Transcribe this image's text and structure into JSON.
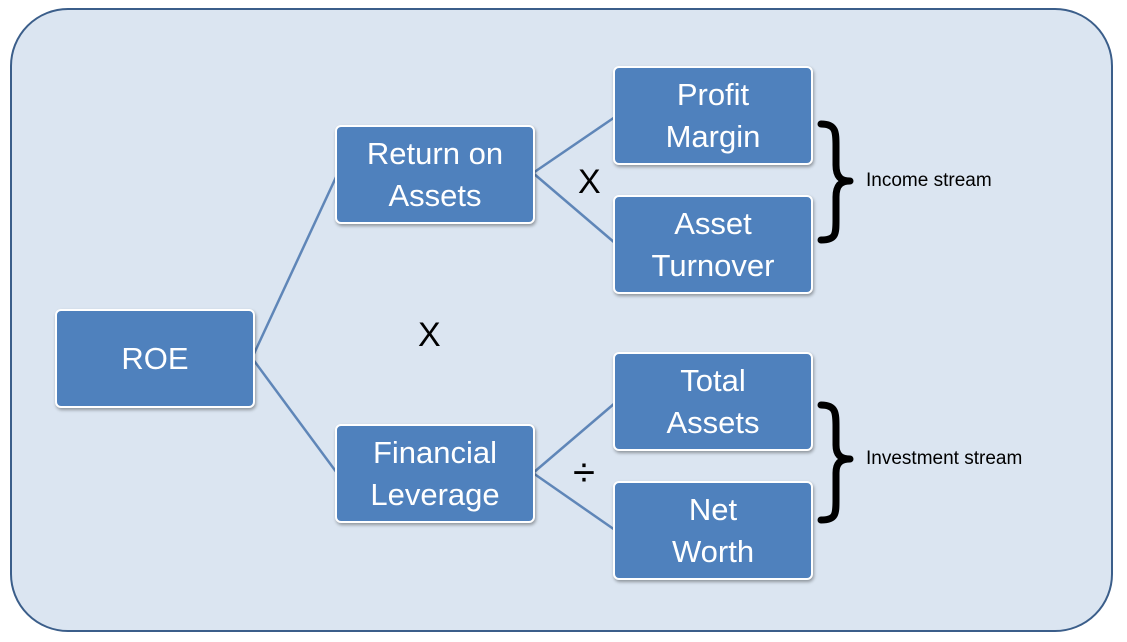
{
  "nodes": {
    "roe": {
      "lines": [
        "ROE"
      ]
    },
    "return_on_assets": {
      "lines": [
        "Return on",
        "Assets"
      ]
    },
    "financial_leverage": {
      "lines": [
        "Financial",
        "Leverage"
      ]
    },
    "profit_margin": {
      "lines": [
        "Profit",
        "Margin"
      ]
    },
    "asset_turnover": {
      "lines": [
        "Asset",
        "Turnover"
      ]
    },
    "total_assets": {
      "lines": [
        "Total",
        "Assets"
      ]
    },
    "net_worth": {
      "lines": [
        "Net",
        "Worth"
      ]
    }
  },
  "operators": {
    "multiply_main": "X",
    "multiply_roa": "X",
    "divide_leverage": "÷"
  },
  "brace_labels": {
    "income": "Income stream",
    "investment": "Investment stream"
  },
  "colors": {
    "background": "#dbe5f1",
    "node_fill": "#4f81bd",
    "frame_border": "#3b5e8a",
    "connector": "#5f86b8"
  }
}
